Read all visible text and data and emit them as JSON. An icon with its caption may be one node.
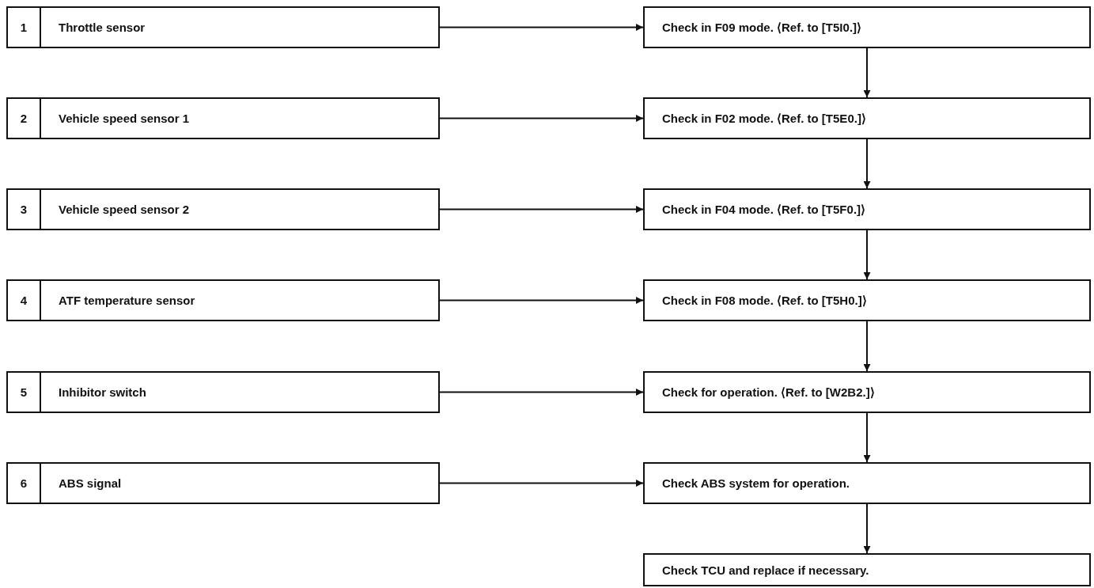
{
  "diagram": {
    "nodes": [
      {
        "text": [
          "1",
          "Throttle sensor"
        ]
      },
      {
        "text": [
          "2",
          "Vehicle speed sensor 1"
        ]
      },
      {
        "text": [
          "3",
          "Vehicle speed sensor 2"
        ]
      },
      {
        "text": [
          "4",
          "ATF temperature sensor"
        ]
      },
      {
        "text": [
          "5",
          "Inhibitor switch"
        ]
      },
      {
        "text": [
          "6",
          "ABS signal"
        ]
      },
      {
        "text": [
          "Check in F09 mode. ⟨Ref. to [T5I0.]⟩"
        ]
      },
      {
        "text": [
          "Check in F02 mode. ⟨Ref. to [T5E0.]⟩"
        ]
      },
      {
        "text": [
          "Check in F04 mode. ⟨Ref. to [T5F0.]⟩"
        ]
      },
      {
        "text": [
          "Check in F08 mode. ⟨Ref. to [T5H0.]⟩"
        ]
      },
      {
        "text": [
          "Check for operation. ⟨Ref. to [W2B2.]⟩"
        ]
      },
      {
        "text": [
          "Check ABS system for operation."
        ]
      },
      {
        "text": [
          "Check TCU and replace if necessary."
        ]
      }
    ],
    "edges": [
      {
        "from": 0,
        "to": 6,
        "arrow": "to"
      },
      {
        "from": 1,
        "to": 7,
        "arrow": "to"
      },
      {
        "from": 2,
        "to": 8,
        "arrow": "to"
      },
      {
        "from": 3,
        "to": 9,
        "arrow": "to"
      },
      {
        "from": 4,
        "to": 10,
        "arrow": "to"
      },
      {
        "from": 5,
        "to": 11,
        "arrow": "to"
      },
      {
        "from": 6,
        "to": 7,
        "arrow": "to"
      },
      {
        "from": 7,
        "to": 8,
        "arrow": "to"
      },
      {
        "from": 8,
        "to": 9,
        "arrow": "to"
      },
      {
        "from": 9,
        "to": 10,
        "arrow": "to"
      },
      {
        "from": 10,
        "to": 11,
        "arrow": "to"
      },
      {
        "from": 11,
        "to": 12,
        "arrow": "to"
      }
    ]
  }
}
